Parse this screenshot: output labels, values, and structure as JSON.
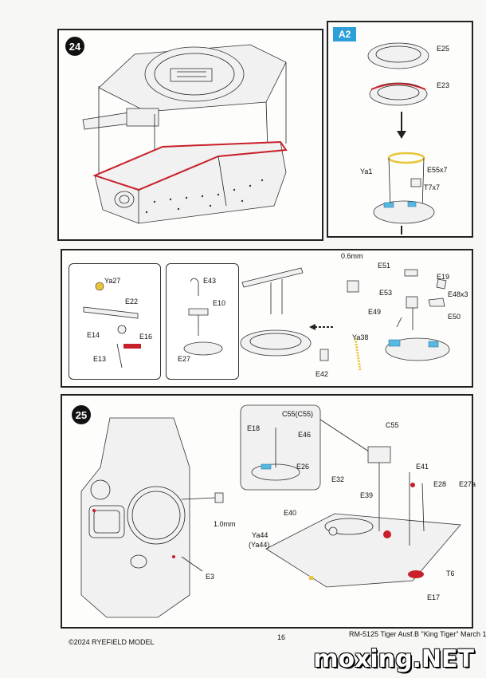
{
  "steps": {
    "step24": {
      "number": "24"
    },
    "a2": {
      "badge": "A2",
      "labels": [
        "E25",
        "E23",
        "Ya1",
        "E55x7",
        "T7x7"
      ]
    },
    "sub": {
      "labels_left": [
        "Ya27",
        "E22",
        "E14",
        "E16",
        "E13"
      ],
      "labels_mid": [
        "E43",
        "E10",
        "E27"
      ],
      "labels_turret": [
        "E42"
      ],
      "labels_right": [
        "0.6mm",
        "E51",
        "E19",
        "E53",
        "E48x3",
        "E49",
        "E50",
        "Ya38"
      ]
    },
    "step25": {
      "number": "25",
      "labels_left": [
        "E3",
        "1.0mm"
      ],
      "labels_right": [
        "E18",
        "C55(C55)",
        "E46",
        "E26",
        "C55",
        "E41",
        "E32",
        "E39",
        "E28",
        "E27a",
        "E40",
        "Ya44",
        "(Ya44)",
        "T6",
        "E17"
      ]
    }
  },
  "footer": {
    "copyright": "©2024 RYEFIELD MODEL",
    "page": "16",
    "product": "RM-5125 Tiger Ausf.B \"King Tiger\" March 1"
  },
  "watermark": "moxing.NET",
  "colors": {
    "accent_blue": "#2d9fd8",
    "highlight_red": "#c8202a",
    "part_blue": "#58b8e0"
  }
}
